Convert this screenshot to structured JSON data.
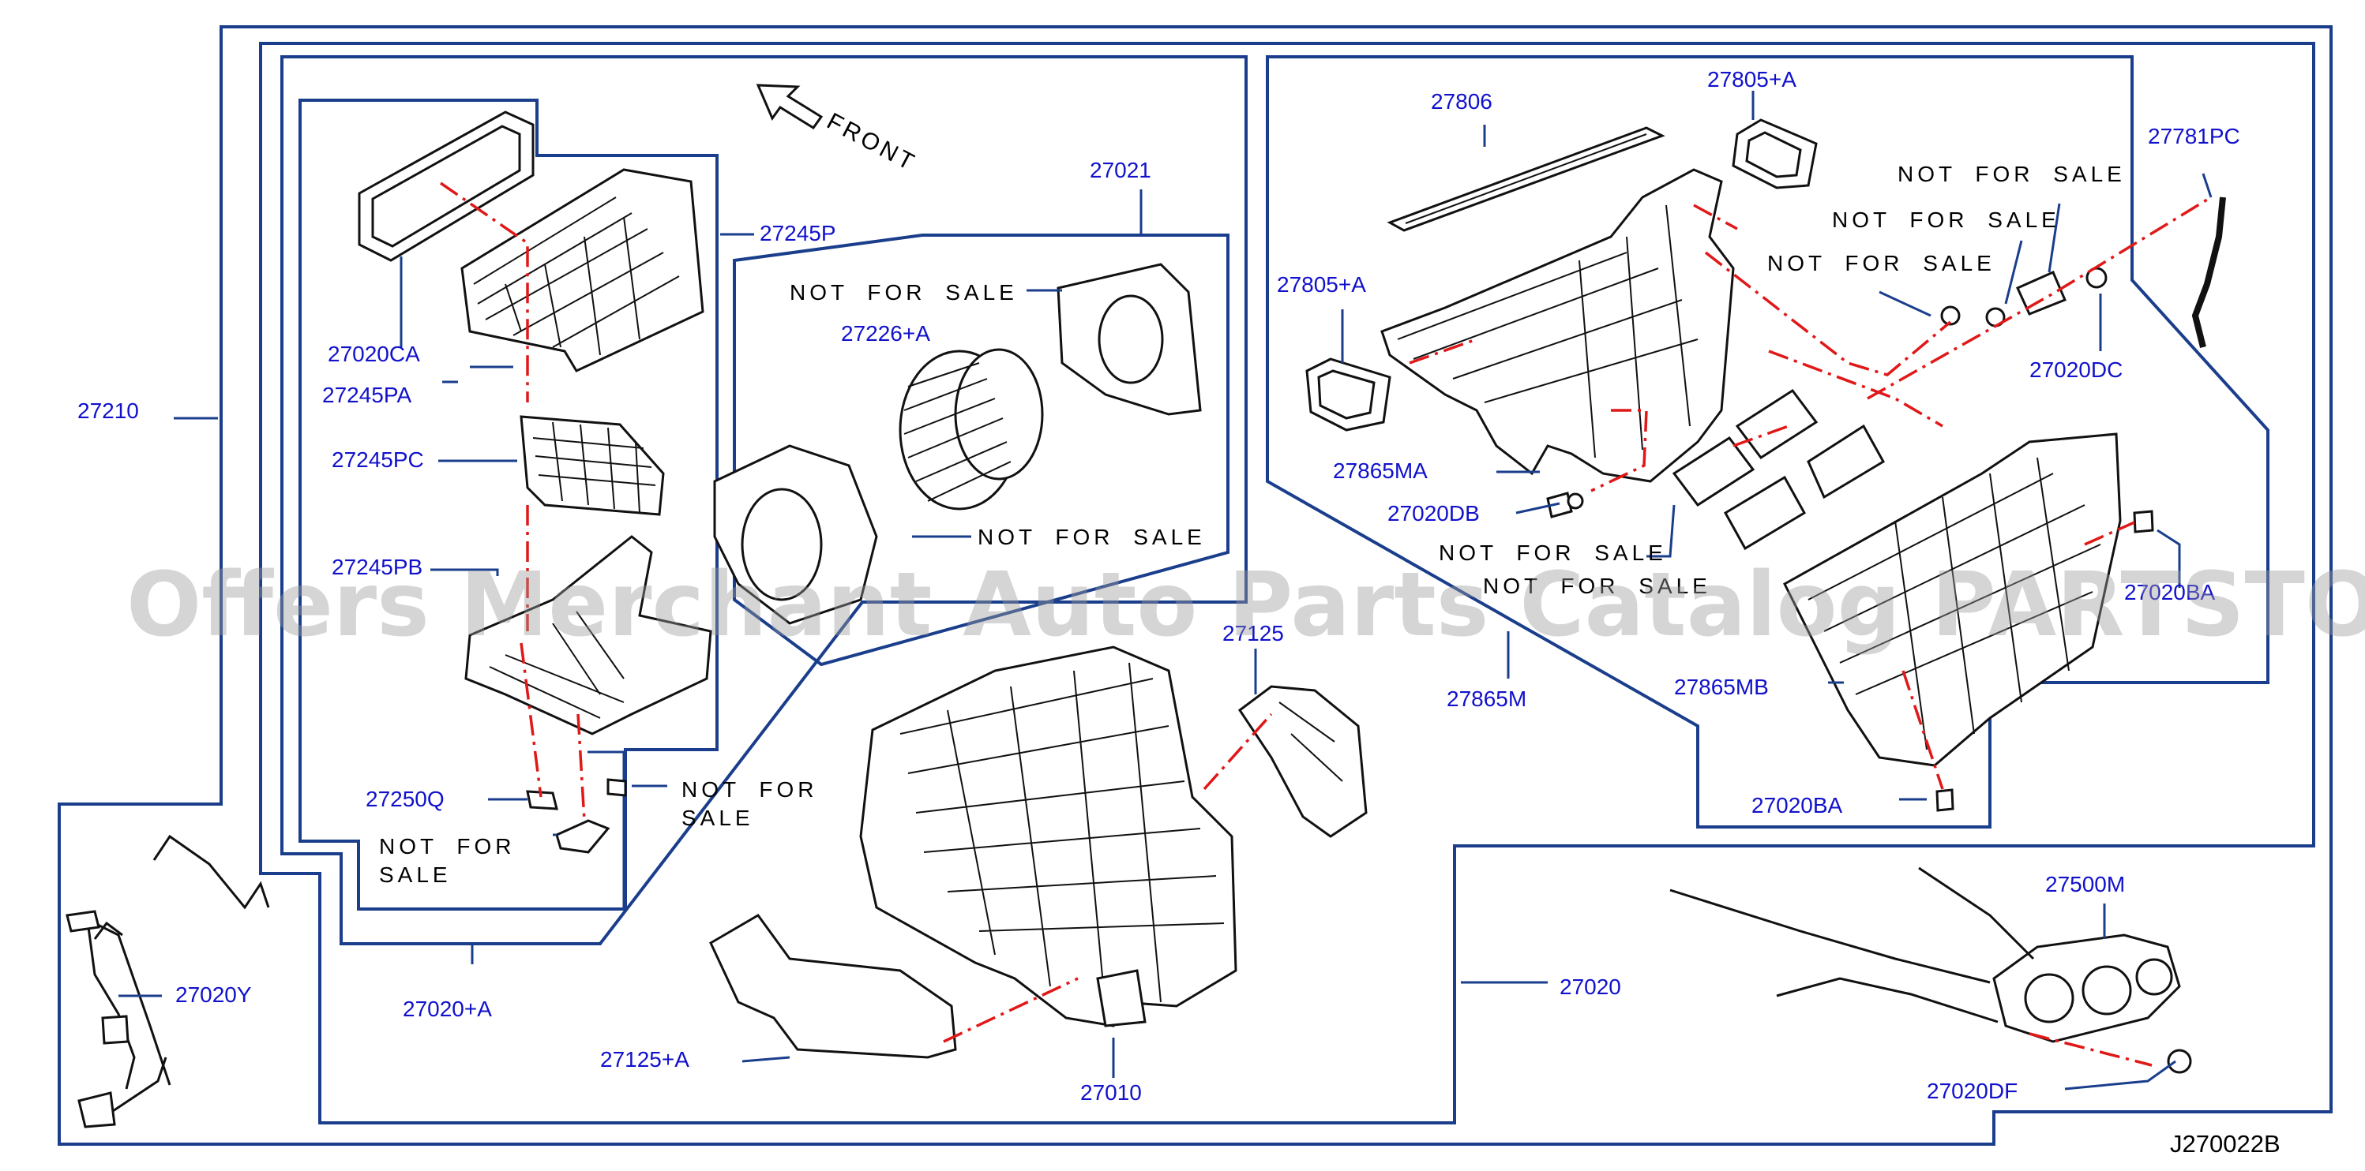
{
  "diagram": {
    "figure_id": "J270022B",
    "watermark": "Offers Merchant Auto Parts Catalog PARTSTORE.SA",
    "front_label": "FRONT",
    "not_for_sale": "NOT FOR SALE",
    "callouts": {
      "c27210": "27210",
      "c27020CA": "27020CA",
      "c27245PA": "27245PA",
      "c27245P": "27245P",
      "c27245PC": "27245PC",
      "c27245PB": "27245PB",
      "c27250Q": "27250Q",
      "c27020A": "27020+A",
      "c27021": "27021",
      "c27226A": "27226+A",
      "c27125": "27125",
      "c27125A": "27125+A",
      "c27010": "27010",
      "c27020Y": "27020Y",
      "c27806": "27806",
      "c27805A_top": "27805+A",
      "c27805A_left": "27805+A",
      "c27781PC": "27781PC",
      "c27020DC": "27020DC",
      "c27865MA": "27865MA",
      "c27020DB": "27020DB",
      "c27865M": "27865M",
      "c27865MB": "27865MB",
      "c27020BA_right": "27020BA",
      "c27020BA_bottom": "27020BA",
      "c27500M": "27500M",
      "c27020": "27020",
      "c27020DF": "27020DF"
    },
    "nfs_split": {
      "nfs1_line1": "NOT FOR",
      "nfs1_line2": "SALE",
      "nfs2_line1": "NOT FOR",
      "nfs2_line2": "SALE"
    }
  }
}
